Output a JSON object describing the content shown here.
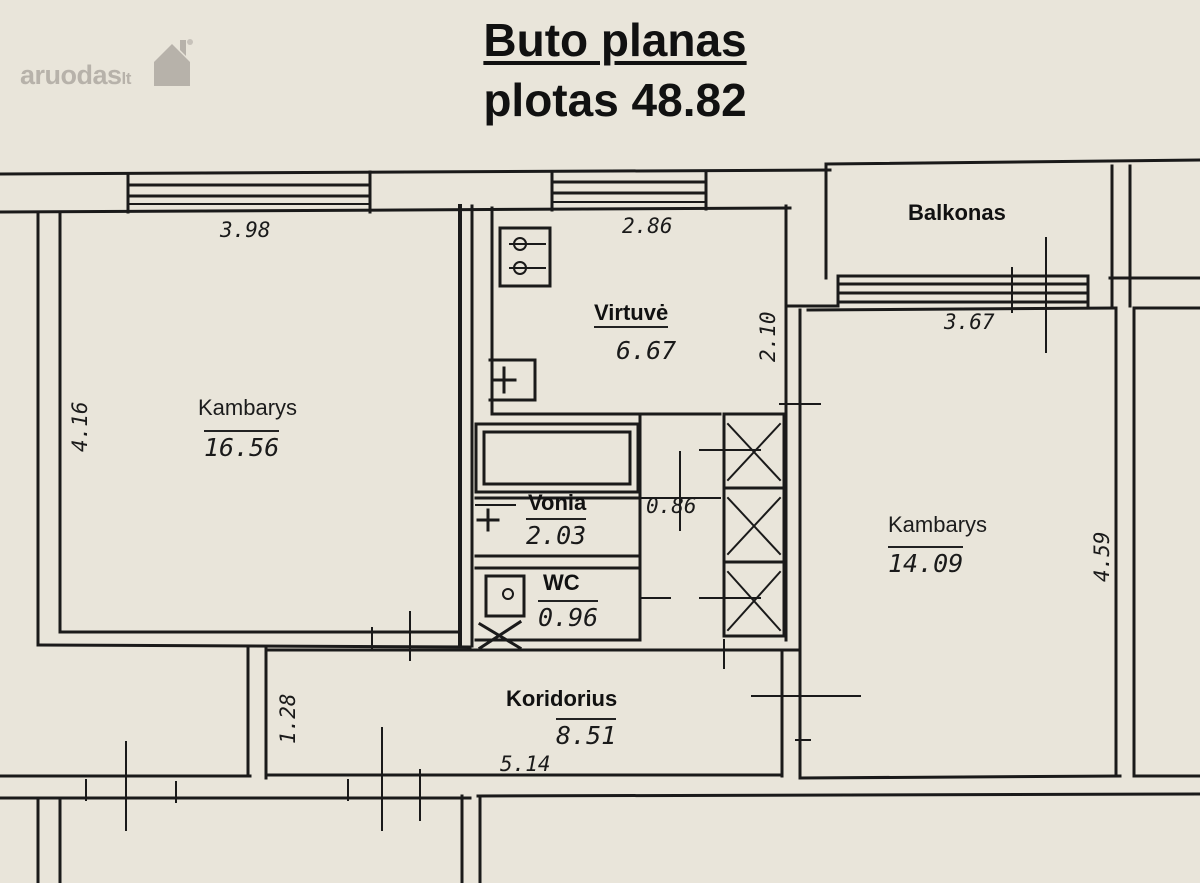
{
  "title": {
    "line1": "Buto planas",
    "line2": "plotas 48.82"
  },
  "watermark": {
    "text": "aruodas",
    "logo_suffix": "lt"
  },
  "rooms": {
    "kambarys_left": {
      "name": "Kambarys",
      "area": "16.56"
    },
    "virtuve": {
      "name": "Virtuvė",
      "area": "6.67"
    },
    "vonia": {
      "name": "Vonia",
      "area": "2.03"
    },
    "wc": {
      "name": "WC",
      "area": "0.96"
    },
    "koridorius": {
      "name": "Koridorius",
      "area": "8.51"
    },
    "kambarys_right": {
      "name": "Kambarys",
      "area": "14.09"
    },
    "balkonas": {
      "name": "Balkonas"
    }
  },
  "dimensions": {
    "d398": "3.98",
    "d416": "4.16",
    "d286": "2.86",
    "d210": "2.10",
    "d367": "3.67",
    "d459": "4.59",
    "d086": "0.86",
    "d128": "1.28",
    "d514": "5.14"
  }
}
